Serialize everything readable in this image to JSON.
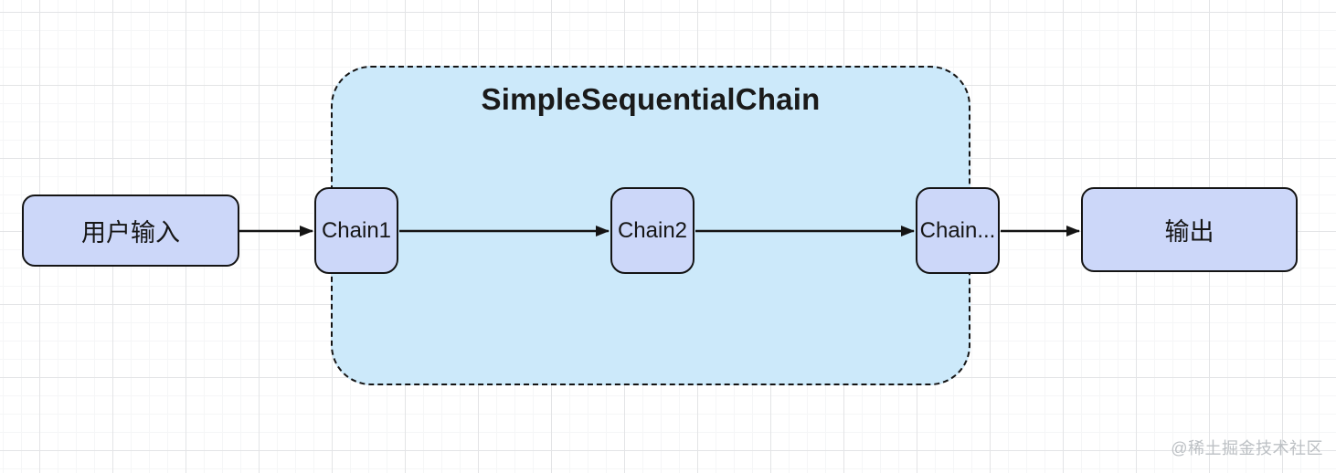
{
  "diagram": {
    "container": {
      "title": "SimpleSequentialChain"
    },
    "nodes": [
      {
        "id": "user-input",
        "label": "用户输入"
      },
      {
        "id": "chain1",
        "label": "Chain1"
      },
      {
        "id": "chain2",
        "label": "Chain2"
      },
      {
        "id": "chain-ellipsis",
        "label": "Chain..."
      },
      {
        "id": "output",
        "label": "输出"
      }
    ],
    "edges": [
      {
        "from": "user-input",
        "to": "chain1"
      },
      {
        "from": "chain1",
        "to": "chain2"
      },
      {
        "from": "chain2",
        "to": "chain-ellipsis"
      },
      {
        "from": "chain-ellipsis",
        "to": "output"
      }
    ],
    "colors": {
      "node_fill": "#ccd7f9",
      "container_fill": "#cce9fa",
      "stroke": "#141414",
      "title_text": "#1a1a1a",
      "grid_minor": "#f5f6f7",
      "grid_major": "#e3e4e6",
      "watermark_text": "#bcc0c4"
    }
  },
  "watermark": {
    "text": "@稀土掘金技术社区"
  }
}
